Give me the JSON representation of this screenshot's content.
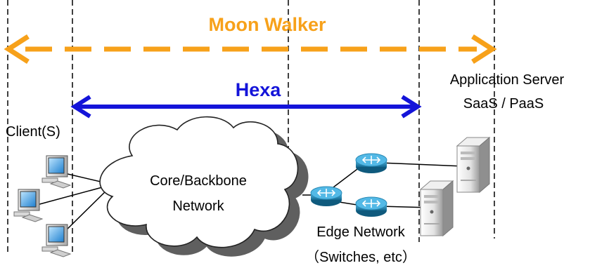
{
  "moon_walker": {
    "label": "Moon Walker",
    "color": "#f7a11a"
  },
  "hexa": {
    "label": "Hexa",
    "color": "#1414d9"
  },
  "clients": {
    "label": "Client(S)"
  },
  "core": {
    "line1": "Core/Backbone",
    "line2": "Network"
  },
  "edge": {
    "line1": "Edge Network",
    "line2": "（Switches, etc）"
  },
  "server": {
    "line1": "Application Server",
    "line2": "SaaS / PaaS"
  },
  "router_color": "#1f8fc0"
}
